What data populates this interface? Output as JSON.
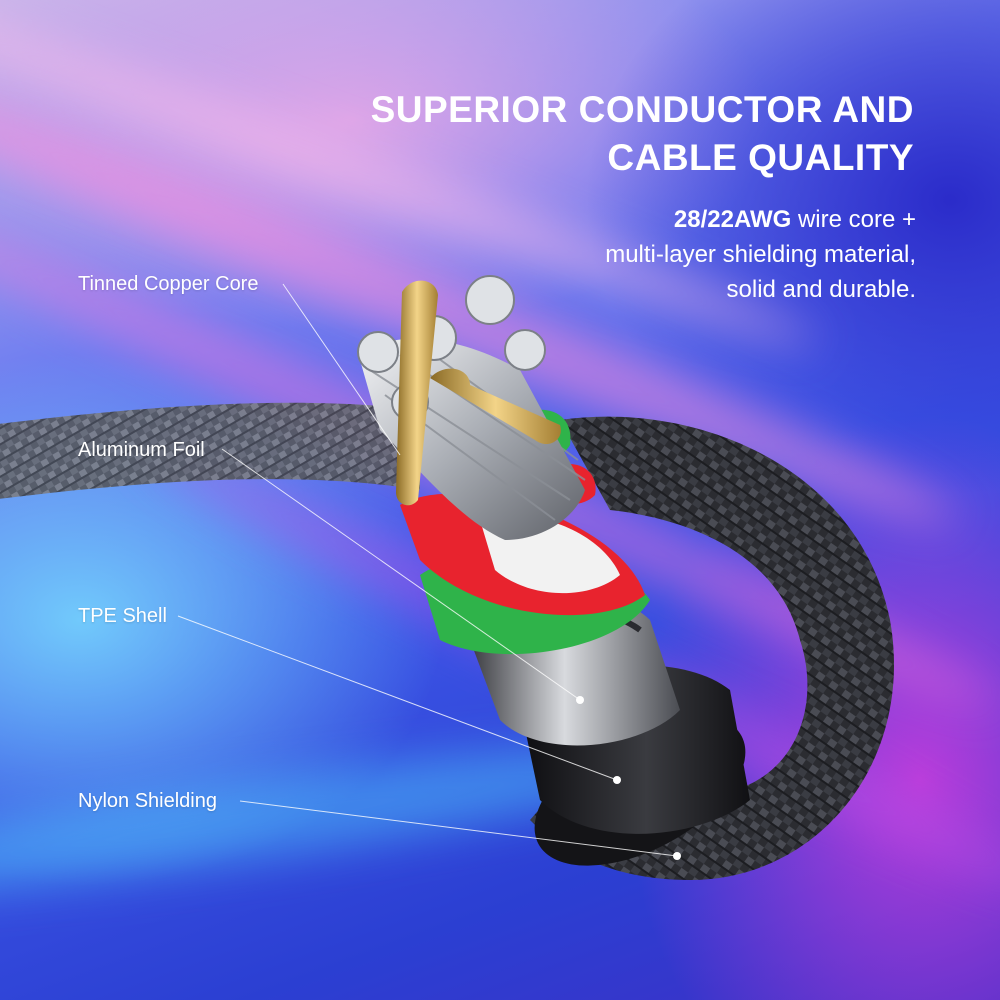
{
  "headline": {
    "line1": "SUPERIOR CONDUCTOR AND",
    "line2": "CABLE QUALITY"
  },
  "subtext": {
    "bold": "28/22AWG",
    "line1_rest": " wire core +",
    "line2": "multi-layer shielding material,",
    "line3": "solid and durable."
  },
  "labels": {
    "tinned_copper_core": "Tinned Copper Core",
    "aluminum_foil": "Aluminum Foil",
    "tpe_shell": "TPE Shell",
    "nylon_shielding": "Nylon Shielding"
  },
  "colors": {
    "text": "#ffffff",
    "cable_braid": "#2a2a2e",
    "wire_red": "#e8232e",
    "wire_green": "#2fb34a",
    "wire_white": "#f2f2f2",
    "gold_pins": "#d6b15a",
    "silver_strands": "#bfc3c9"
  }
}
